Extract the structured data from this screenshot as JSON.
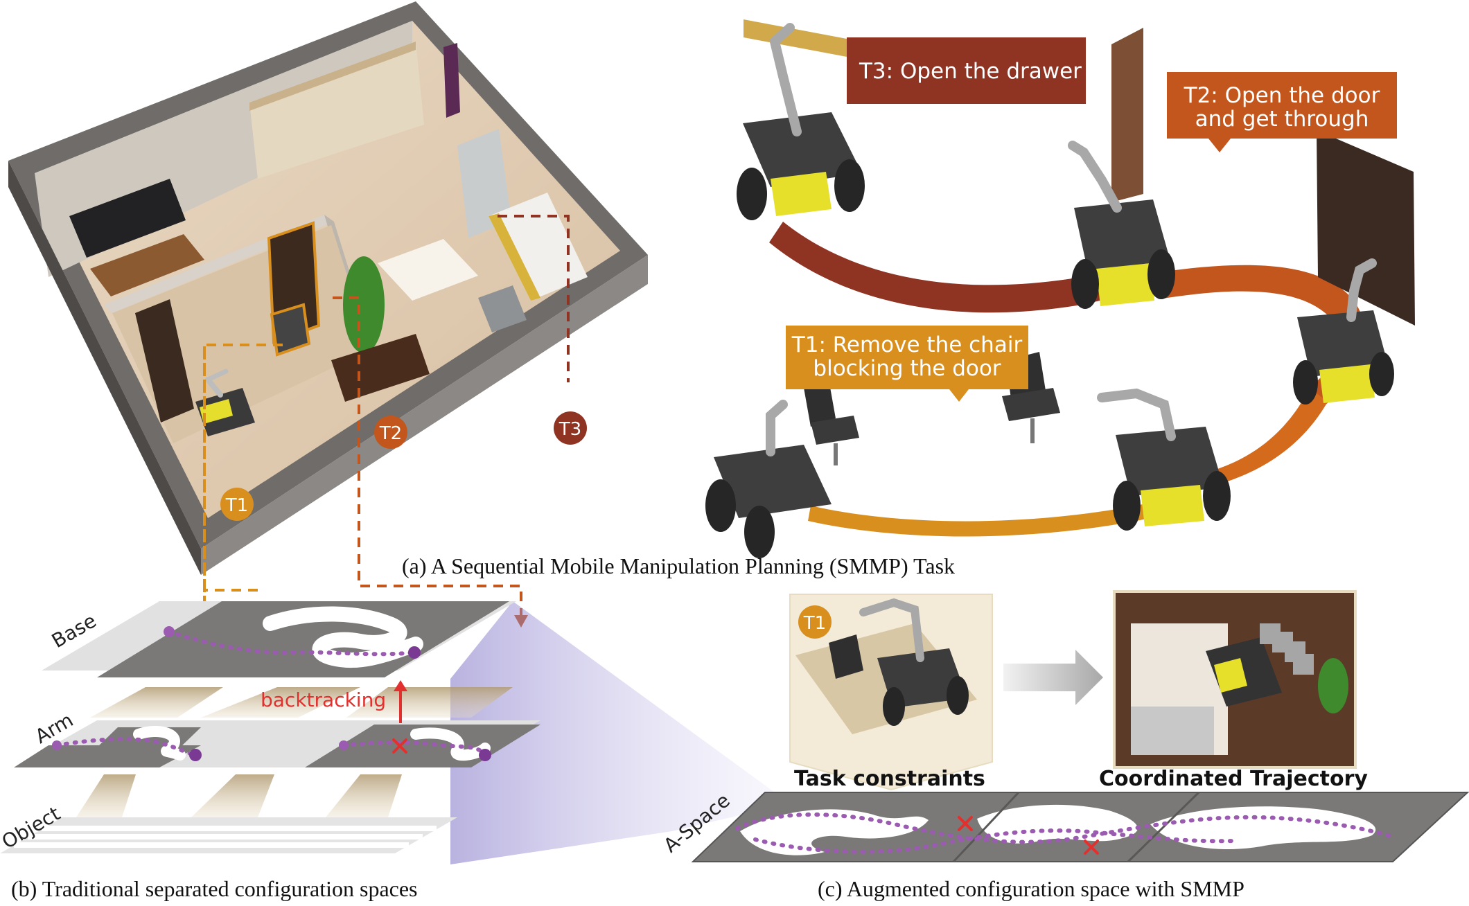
{
  "colors": {
    "t1": "#d98f1e",
    "t2": "#c2561c",
    "t3": "#8f3322",
    "path_purple": "#9a5bb0",
    "red_mark": "#e2302e",
    "layer_dark": "#7a7876",
    "layer_light": "#dcdcdc"
  },
  "scene": {
    "markers": {
      "t1": "T1",
      "t2": "T2",
      "t3": "T3"
    }
  },
  "tasks": {
    "t1": "T1: Remove the chair blocking the door",
    "t2": "T2: Open the door and get through",
    "t3": "T3: Open the drawer",
    "t1_lines": [
      "T1: Remove the chair",
      "blocking the door"
    ],
    "t2_lines": [
      "T2: Open the door",
      "and get through"
    ]
  },
  "captions": {
    "a": "(a) A Sequential Mobile Manipulation Planning (SMMP) Task",
    "b": "(b) Traditional separated configuration spaces",
    "c": "(c) Augmented configuration space with SMMP"
  },
  "layers": {
    "base": "Base",
    "arm": "Arm",
    "object": "Object",
    "backtracking": "backtracking"
  },
  "panel_c": {
    "task_badge": "T1",
    "task_constraints": "Task constraints",
    "coordinated_trajectory": "Coordinated Trajectory",
    "a_space": "A-Space"
  }
}
